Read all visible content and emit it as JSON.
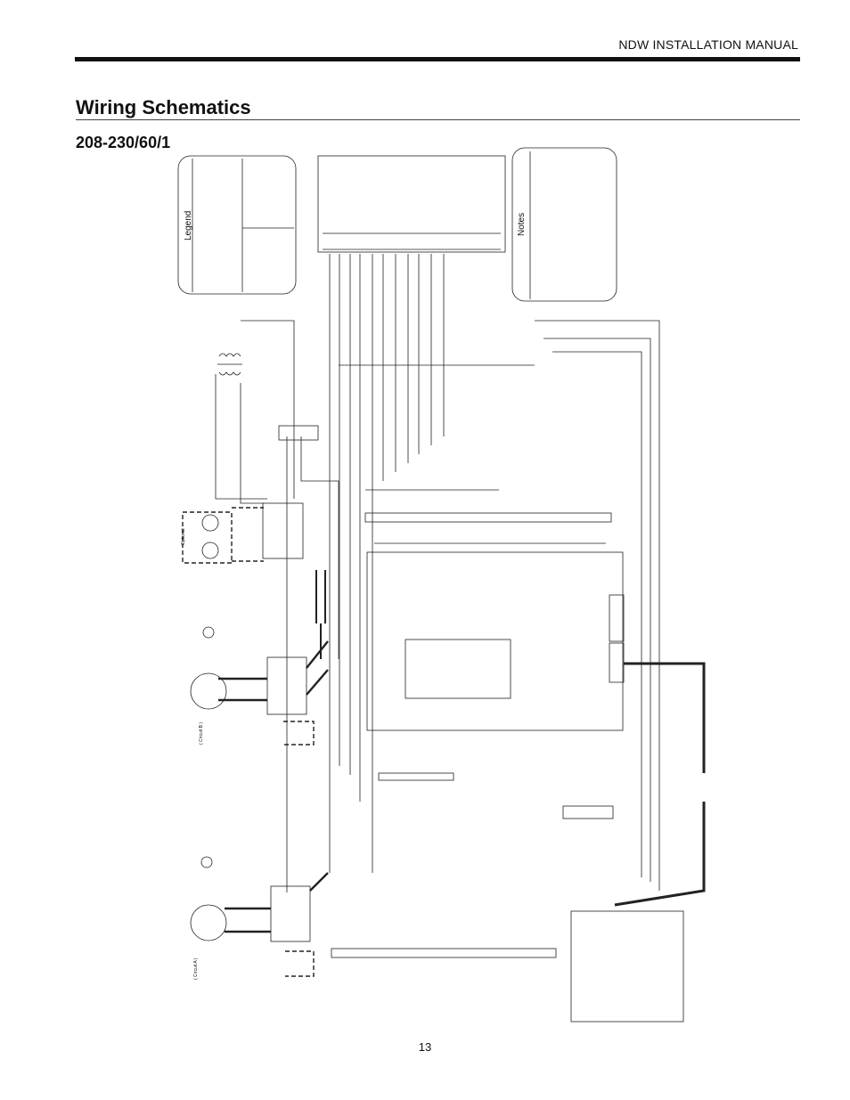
{
  "header": {
    "manual_title": "NDW INSTALLATION MANUAL"
  },
  "page": {
    "title": "Wiring Schematics",
    "subtitle": "208-230/60/1",
    "number": "13"
  },
  "legend": {
    "label": "Legend"
  },
  "notes": {
    "label": "Notes"
  },
  "labels": {
    "circuit_b": "( Circuit B )",
    "circuit_a": "( Circuit A )",
    "optional": "Optional"
  }
}
